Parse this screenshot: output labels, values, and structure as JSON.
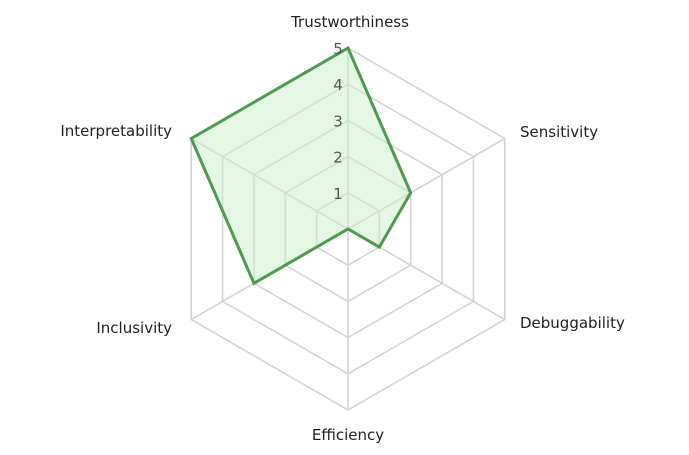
{
  "chart_data": {
    "type": "radar",
    "title": "",
    "axes": [
      "Trustworthiness",
      "Sensitivity",
      "Debuggability",
      "Efficiency",
      "Inclusivity",
      "Interpretability"
    ],
    "series": [
      {
        "values": [
          5,
          2,
          1,
          0,
          3,
          5
        ]
      }
    ],
    "rlim": [
      0,
      5
    ],
    "ticks": [
      "1",
      "2",
      "3",
      "4",
      "5"
    ],
    "grid": true,
    "colors": {
      "series_stroke": "#4e9a4e",
      "series_fill": "#c9f0c9",
      "grid": "#d4d4d8",
      "axis_text": "#222222",
      "tick_text": "#555555"
    }
  }
}
